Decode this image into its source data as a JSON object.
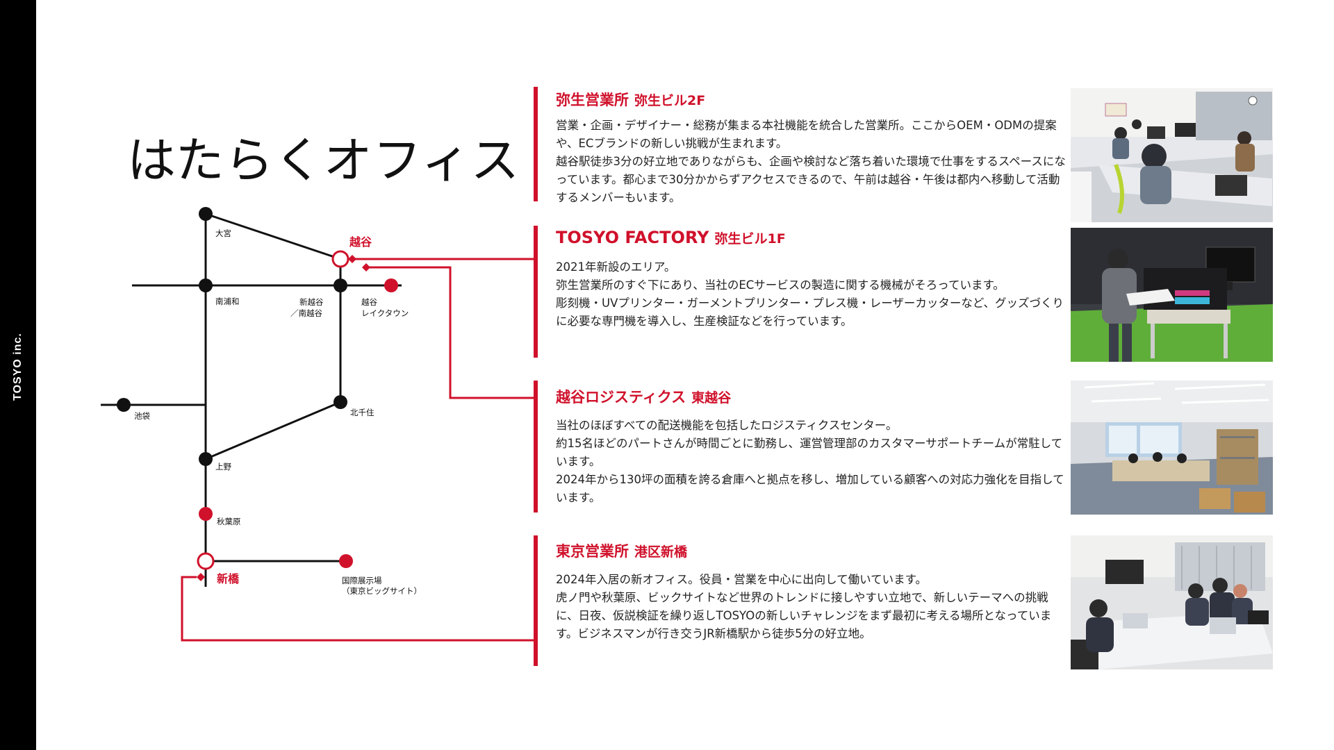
{
  "sidebar": {
    "label": "TOSYO inc."
  },
  "title": "はたらくオフィス",
  "map": {
    "stations": {
      "omiya": "大宮",
      "minamiurawa": "南浦和",
      "shinkoshigaya": "新越谷",
      "minamikoshigaya": "／南越谷",
      "koshigaya": "越谷",
      "koshigaya_lake1": "越谷",
      "koshigaya_lake2": "レイクタウン",
      "kitasenju": "北千住",
      "ikebukuro": "池袋",
      "ueno": "上野",
      "akihabara": "秋葉原",
      "shimbashi": "新橋",
      "kokusai1": "国際展示場",
      "kokusai2": "（東京ビッグサイト）"
    },
    "colors": {
      "line": "#111111",
      "accent": "#d0112b"
    }
  },
  "offices": [
    {
      "name": "弥生営業所",
      "location": "弥生ビル2F",
      "paragraphs": [
        "営業・企画・デザイナー・総務が集まる本社機能を統合した営業所。ここからOEM・ODMの提案や、ECブランドの新しい挑戦が生まれます。",
        "越谷駅徒歩3分の好立地でありながらも、企画や検討など落ち着いた環境で仕事をするスペースになっています。都心まで30分かからずアクセスできるので、午前は越谷・午後は都内へ移動して活動するメンバーもいます。"
      ]
    },
    {
      "name": "TOSYO FACTORY",
      "location": "弥生ビル1F",
      "paragraphs": [
        "2021年新設のエリア。",
        "弥生営業所のすぐ下にあり、当社のECサービスの製造に関する機械がそろっています。",
        "彫刻機・UVプリンター・ガーメントプリンター・プレス機・レーザーカッターなど、グッズづくりに必要な専門機を導入し、生産検証などを行っています。"
      ]
    },
    {
      "name": "越谷ロジスティクス",
      "location": "東越谷",
      "paragraphs": [
        "当社のほぼすべての配送機能を包括したロジスティクスセンター。",
        "約15名ほどのパートさんが時間ごとに勤務し、運営管理部のカスタマーサポートチームが常駐しています。",
        "2024年から130坪の面積を誇る倉庫へと拠点を移し、増加している顧客への対応力強化を目指しています。"
      ]
    },
    {
      "name": "東京営業所",
      "location": "港区新橋",
      "paragraphs": [
        "2024年入居の新オフィス。役員・営業を中心に出向して働いています。",
        "虎ノ門や秋葉原、ビックサイトなど世界のトレンドに接しやすい立地で、新しいテーマへの挑戦に、日夜、仮説検証を繰り返しTOSYOの新しいチャレンジをまず最初に考える場所となっています。ビジネスマンが行き交うJR新橋駅から徒歩5分の好立地。"
      ]
    }
  ]
}
